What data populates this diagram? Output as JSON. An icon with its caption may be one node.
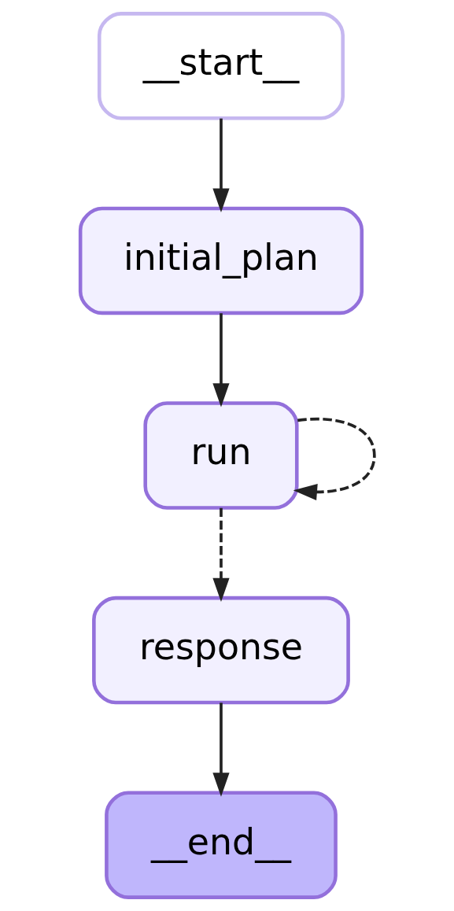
{
  "diagram": {
    "nodes": [
      {
        "text": [
          "__start__"
        ]
      },
      {
        "text": [
          "initial_plan"
        ]
      },
      {
        "text": [
          "run"
        ]
      },
      {
        "text": [
          "response"
        ]
      },
      {
        "text": [
          "__end__"
        ]
      }
    ],
    "edges": [
      {
        "from": 0,
        "to": 1,
        "arrow": "to"
      },
      {
        "from": 1,
        "to": 2,
        "arrow": "to"
      },
      {
        "from": 2,
        "to": 3,
        "arrow": "to",
        "style": "dashed"
      },
      {
        "from": 2,
        "to": 2,
        "arrow": "to",
        "style": "dashed"
      },
      {
        "from": 3,
        "to": 4,
        "arrow": "to"
      }
    ]
  }
}
